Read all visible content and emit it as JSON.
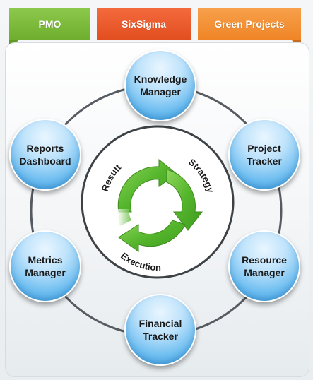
{
  "tabs": [
    {
      "label": "PMO",
      "color": "#7aba3a"
    },
    {
      "label": "SixSigma",
      "color": "#e8562a"
    },
    {
      "label": "Green Projects",
      "color": "#f29235"
    }
  ],
  "nodes": [
    {
      "label": "Knowledge\nManager"
    },
    {
      "label": "Project\nTracker"
    },
    {
      "label": "Resource\nManager"
    },
    {
      "label": "Financial\nTracker"
    },
    {
      "label": "Metrics\nManager"
    },
    {
      "label": "Reports\nDashboard"
    }
  ],
  "cycle": {
    "result": "Result",
    "strategy": "Strategy",
    "execution": "Execution",
    "arrow_color": "#5cb832"
  }
}
